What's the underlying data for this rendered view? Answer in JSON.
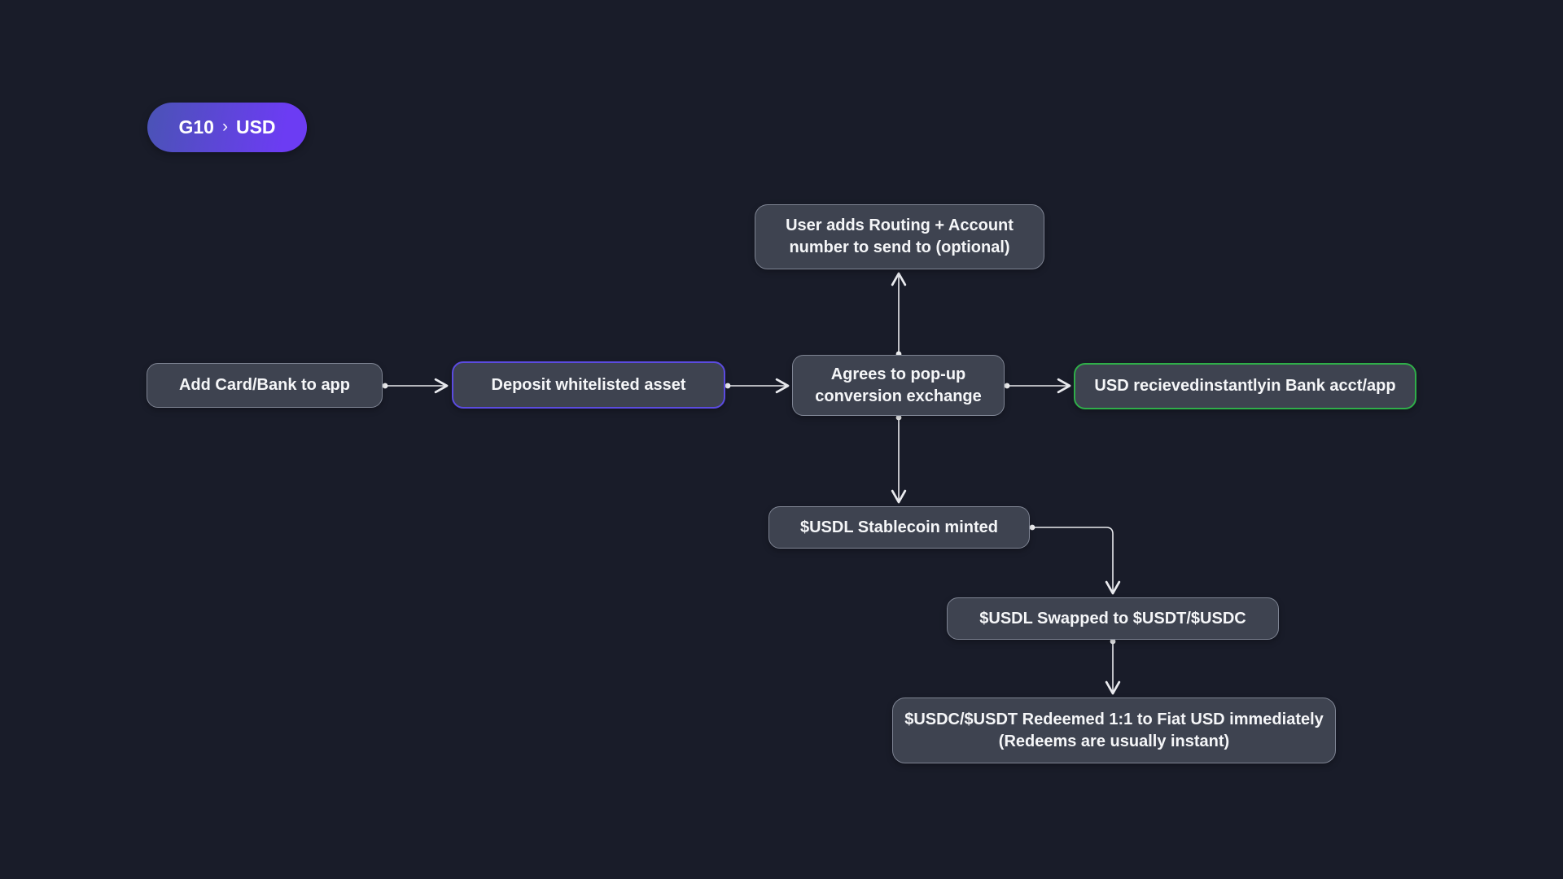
{
  "badge": {
    "from": "G10",
    "separator": "›",
    "to": "USD"
  },
  "nodes": {
    "routing": {
      "line1": "User adds Routing + Account",
      "line2": "number to send to (optional)"
    },
    "add_card": {
      "label": "Add Card/Bank to app"
    },
    "deposit": {
      "label": "Deposit whitelisted asset"
    },
    "agrees": {
      "line1": "Agrees to pop-up",
      "line2": "conversion exchange"
    },
    "usd_received": {
      "prefix": "USD recieved ",
      "bold": "instantly",
      "suffix": " in Bank acct/app"
    },
    "minted": {
      "label": "$USDL Stablecoin minted"
    },
    "swapped": {
      "label": "$USDL Swapped to $USDT/$USDC"
    },
    "redeemed": {
      "line1": "$USDC/$USDT Redeemed 1:1 to Fiat USD immediately",
      "line2": "(Redeems are usually instant)"
    }
  },
  "edges": [
    {
      "from": "add_card",
      "to": "deposit"
    },
    {
      "from": "deposit",
      "to": "agrees"
    },
    {
      "from": "agrees",
      "to": "routing"
    },
    {
      "from": "agrees",
      "to": "usd_received"
    },
    {
      "from": "agrees",
      "to": "minted"
    },
    {
      "from": "minted",
      "to": "swapped"
    },
    {
      "from": "swapped",
      "to": "redeemed"
    }
  ],
  "colors": {
    "background": "#191c29",
    "node_fill": "#3e4350",
    "node_border": "#7e8493",
    "text": "#f5f6f8",
    "connector": "#e9eaee",
    "accent_purple": "#5b4be0",
    "accent_green": "#2fae49",
    "pill_gradient_from": "#4a53b5",
    "pill_gradient_to": "#6c3cf3"
  }
}
